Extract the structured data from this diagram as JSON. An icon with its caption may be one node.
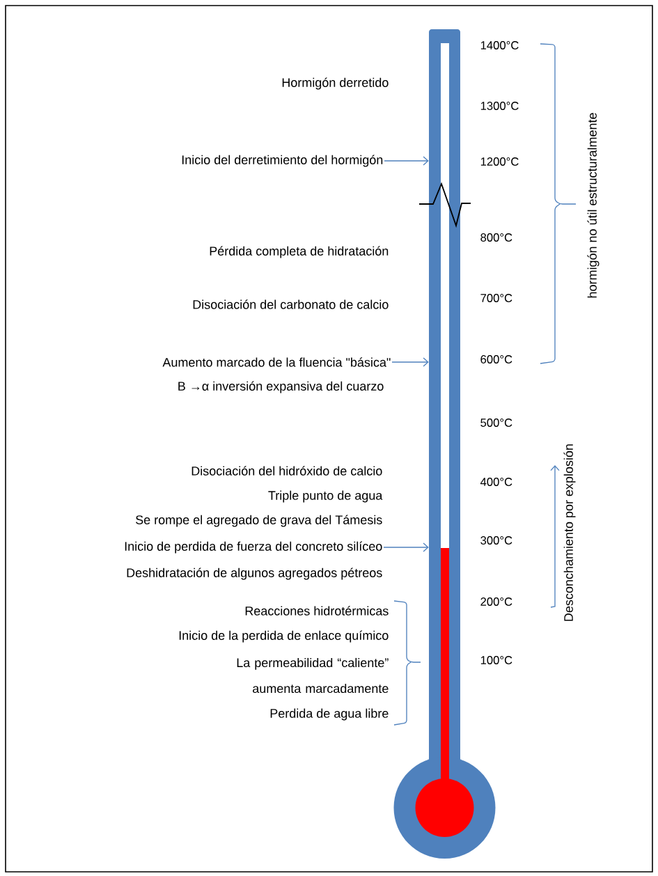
{
  "diagram": {
    "nodes": [
      {
        "text": [],
        "shape": "thermometer"
      },
      {
        "text": [
          "Inicio del derretimiento del hormigón"
        ]
      },
      {
        "text": [
          "Aumento marcado de la fluencia \"básica\""
        ]
      },
      {
        "text": [
          "Inicio de perdida de fuerza del concreto silíceo"
        ]
      }
    ],
    "edges": [
      {
        "from": 1,
        "to": 0,
        "arrow": "to"
      },
      {
        "from": 2,
        "to": 0,
        "arrow": "to"
      },
      {
        "from": 3,
        "to": 0,
        "arrow": "to"
      }
    ],
    "labels": [
      "1400°C",
      "Hormigón derretido",
      "1300°C",
      "1200°C",
      "hormigón no útil estructuralmente",
      "800°C",
      "Pérdida completa de hidratación",
      "700°C",
      "Disociación del carbonato de calcio",
      "600°C",
      "B →α inversión expansiva del cuarzo",
      "500°C",
      "Disociación del hidróxido de calcio",
      "400°C",
      "Triple punto de agua",
      "Se rompe el agregado de grava del Támesis",
      "Desconchamiento por explosión",
      "300°C",
      "Deshidratación de algunos agregados pétreos",
      "200°C",
      "Reacciones hidrotérmicas",
      "Inicio de la perdida de enlace químico",
      "100°C",
      "La permeabilidad “caliente” aumenta marcadamente",
      "Perdida de agua libre"
    ]
  }
}
